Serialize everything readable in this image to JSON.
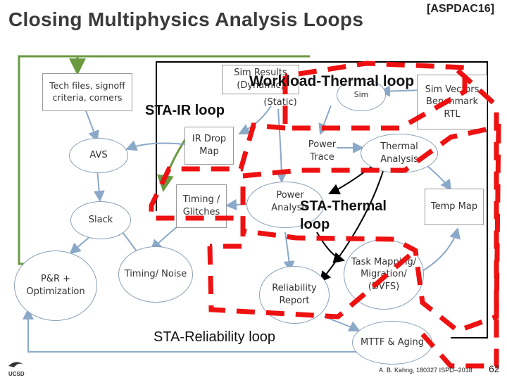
{
  "title": "Closing Multiphysics Analysis Loops",
  "citation": "[ASPDAC16]",
  "boxes": {
    "tech": "Tech files, signoff criteria, corners",
    "sim_results": "Sim Results (Dynamic)",
    "static": "(Static)",
    "sim": "Sim",
    "sim_vectors": "Sim Vectors Benchmark RTL",
    "ir_drop": "IR Drop Map",
    "power_trace": "Power Trace",
    "thermal": "Thermal Analysis",
    "avs": "AVS",
    "timing_glitches": "Timing / Glitches",
    "power_analysis": "Power Analysis",
    "temp_map": "Temp Map",
    "slack": "Slack",
    "pr": "P&R + Optimization",
    "timing_noise": "Timing/ Noise",
    "reliability": "Reliability Report",
    "task": "Task Mapping/ Migration/ (DVFS)",
    "mttf": "MTTF & Aging"
  },
  "loops": {
    "workload": "Workload-Thermal loop",
    "sta_ir": "STA-IR loop",
    "sta_thermal_1": "STA-Thermal",
    "sta_thermal_2": "loop",
    "sta_rel": "STA-Reliability loop"
  },
  "footer": "A. B. Kahng, 180327 ISPD--2018",
  "slide_number": "62",
  "logo": "UCSD",
  "colors": {
    "dash": "#ee1111",
    "blue_arrow": "#8aa8c8",
    "green_arrow": "#6a9a40",
    "black_line": "#000000"
  }
}
